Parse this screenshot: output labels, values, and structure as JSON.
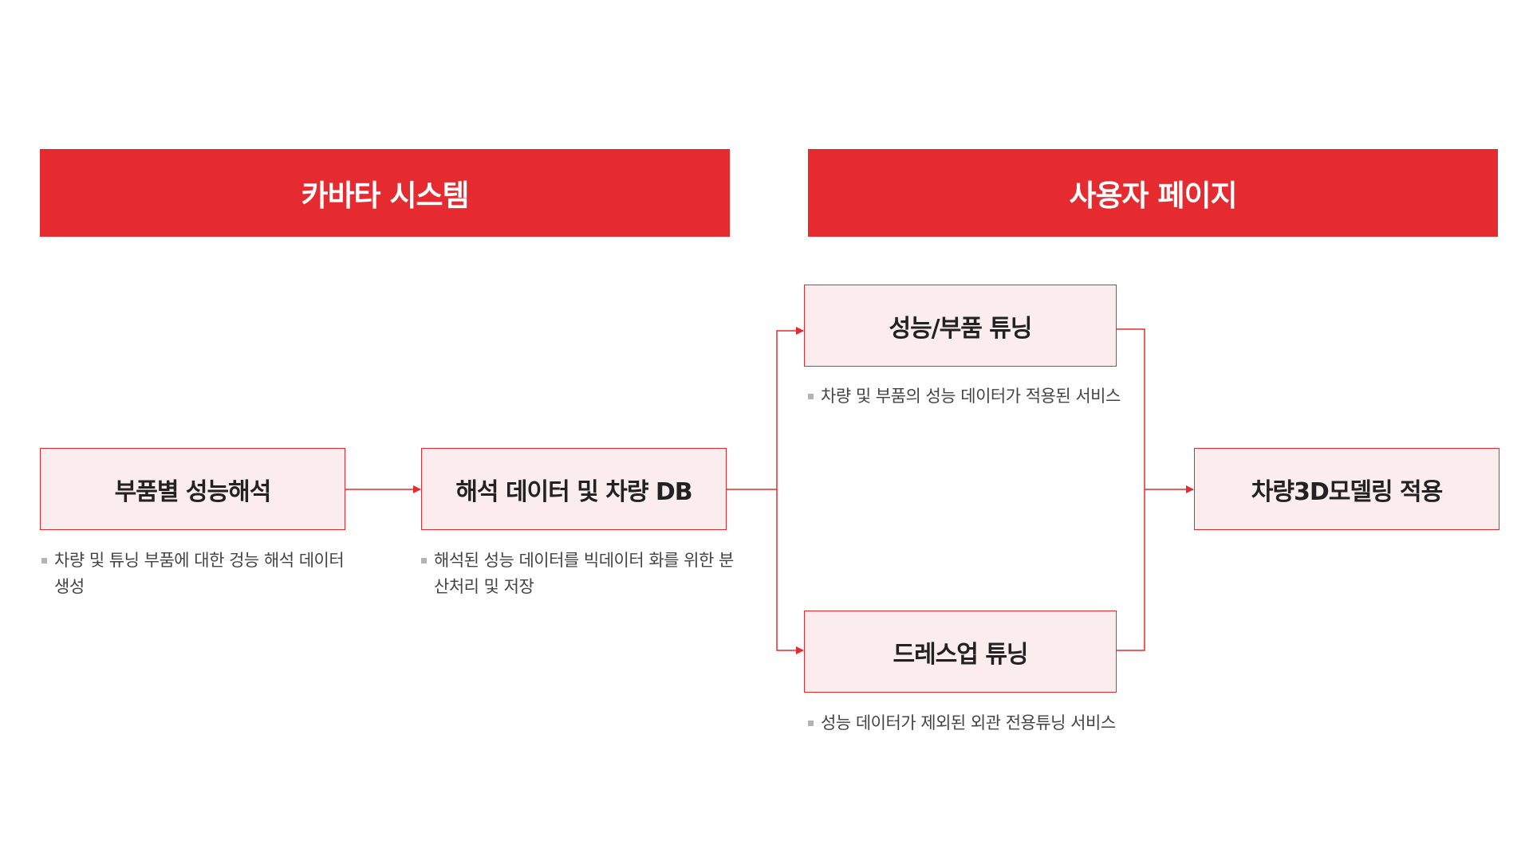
{
  "headers": {
    "left": "카바타 시스템",
    "right": "사용자 페이지"
  },
  "nodes": {
    "analysis": {
      "label": "부품별 성능해석",
      "note": "차량 및 튜닝 부품에 대한 겅능 해석 데이터 생성"
    },
    "db": {
      "label": "해석 데이터 및 차량 DB",
      "note": "해석된 성능 데이터를 빅데이터 화를 위한 분산처리 및 저장"
    },
    "performance_tuning": {
      "label": "성능/부품 튜닝",
      "note": "차량 및 부품의 성능 데이터가 적용된 서비스"
    },
    "dressup_tuning": {
      "label": "드레스업 튜닝",
      "note": "성능 데이터가 제외된 외관 전용튜닝 서비스"
    },
    "modeling": {
      "label": "차량3D모델링 적용"
    }
  },
  "colors": {
    "accent": "#e52a30",
    "node_fill": "#fbecee",
    "text": "#222222",
    "note_text": "#444444",
    "bullet": "#b3b3b3"
  }
}
